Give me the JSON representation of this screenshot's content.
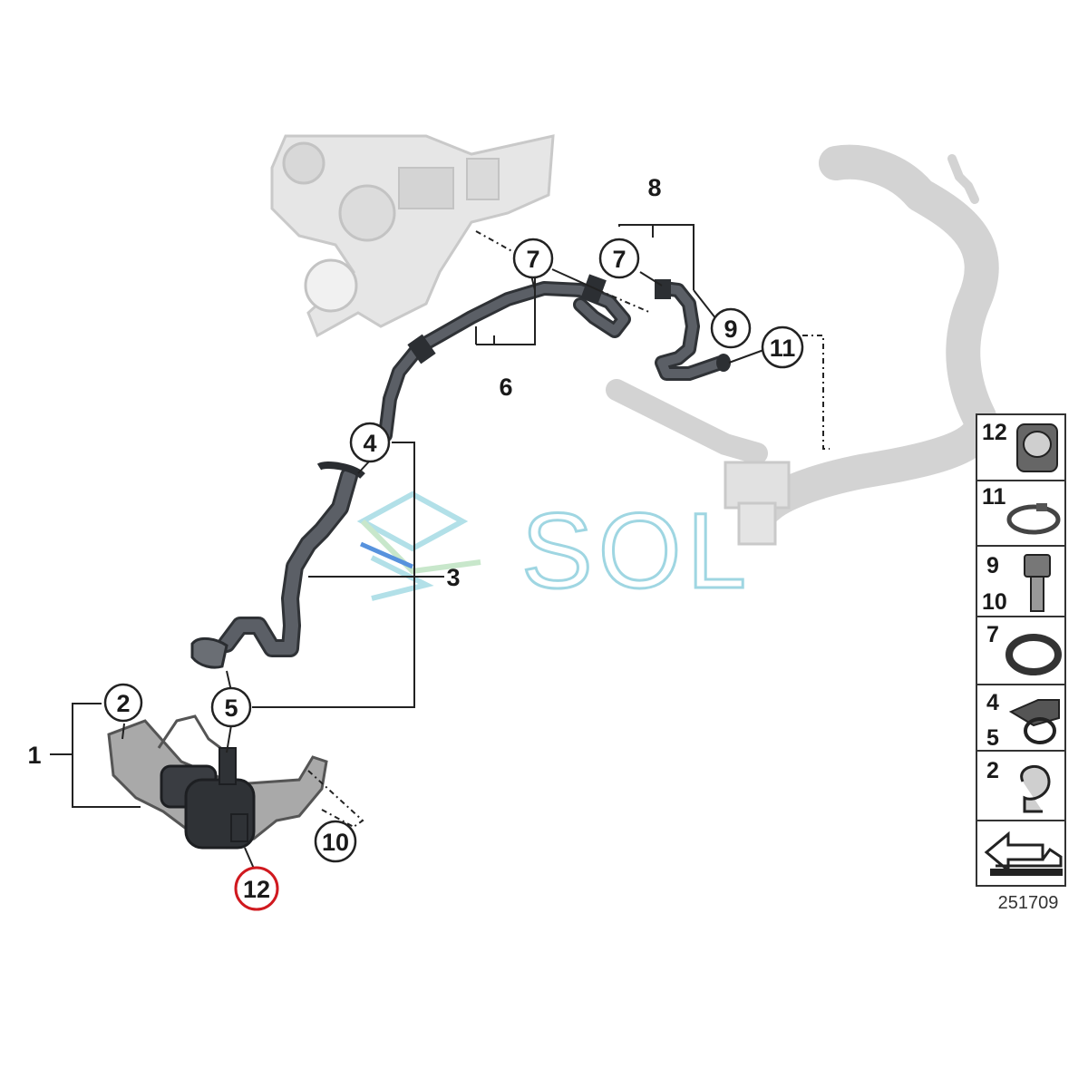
{
  "diagram": {
    "callouts": [
      {
        "id": "c2",
        "label": "2",
        "highlight": false
      },
      {
        "id": "c4",
        "label": "4",
        "highlight": false
      },
      {
        "id": "c5",
        "label": "5",
        "highlight": false
      },
      {
        "id": "c7a",
        "label": "7",
        "highlight": false
      },
      {
        "id": "c7b",
        "label": "7",
        "highlight": false
      },
      {
        "id": "c9",
        "label": "9",
        "highlight": false
      },
      {
        "id": "c10",
        "label": "10",
        "highlight": false
      },
      {
        "id": "c11",
        "label": "11",
        "highlight": false
      },
      {
        "id": "c12",
        "label": "12",
        "highlight": true
      }
    ],
    "plain_labels": {
      "p1": "1",
      "p3": "3",
      "p6": "6",
      "p8": "8"
    },
    "legend": {
      "rows": [
        {
          "numbers": [
            "12"
          ],
          "icon": "hose-connector-icon"
        },
        {
          "numbers": [
            "11"
          ],
          "icon": "hose-clamp-icon"
        },
        {
          "numbers": [
            "9",
            "10"
          ],
          "icon": "bolt-icon"
        },
        {
          "numbers": [
            "7"
          ],
          "icon": "o-ring-icon"
        },
        {
          "numbers": [
            "4",
            "5"
          ],
          "icon": "hose-holder-clip-icon"
        },
        {
          "numbers": [
            "2"
          ],
          "icon": "spring-clip-icon"
        },
        {
          "numbers": [],
          "icon": "arrow-marker-icon"
        }
      ]
    },
    "figure_number": "251709",
    "watermark_text": "SOL",
    "colors": {
      "highlight_ring": "#d0191f",
      "hose": "#4a4d52",
      "ghost_parts": "#e3e3e3",
      "watermark": "#9fd6e2"
    }
  }
}
